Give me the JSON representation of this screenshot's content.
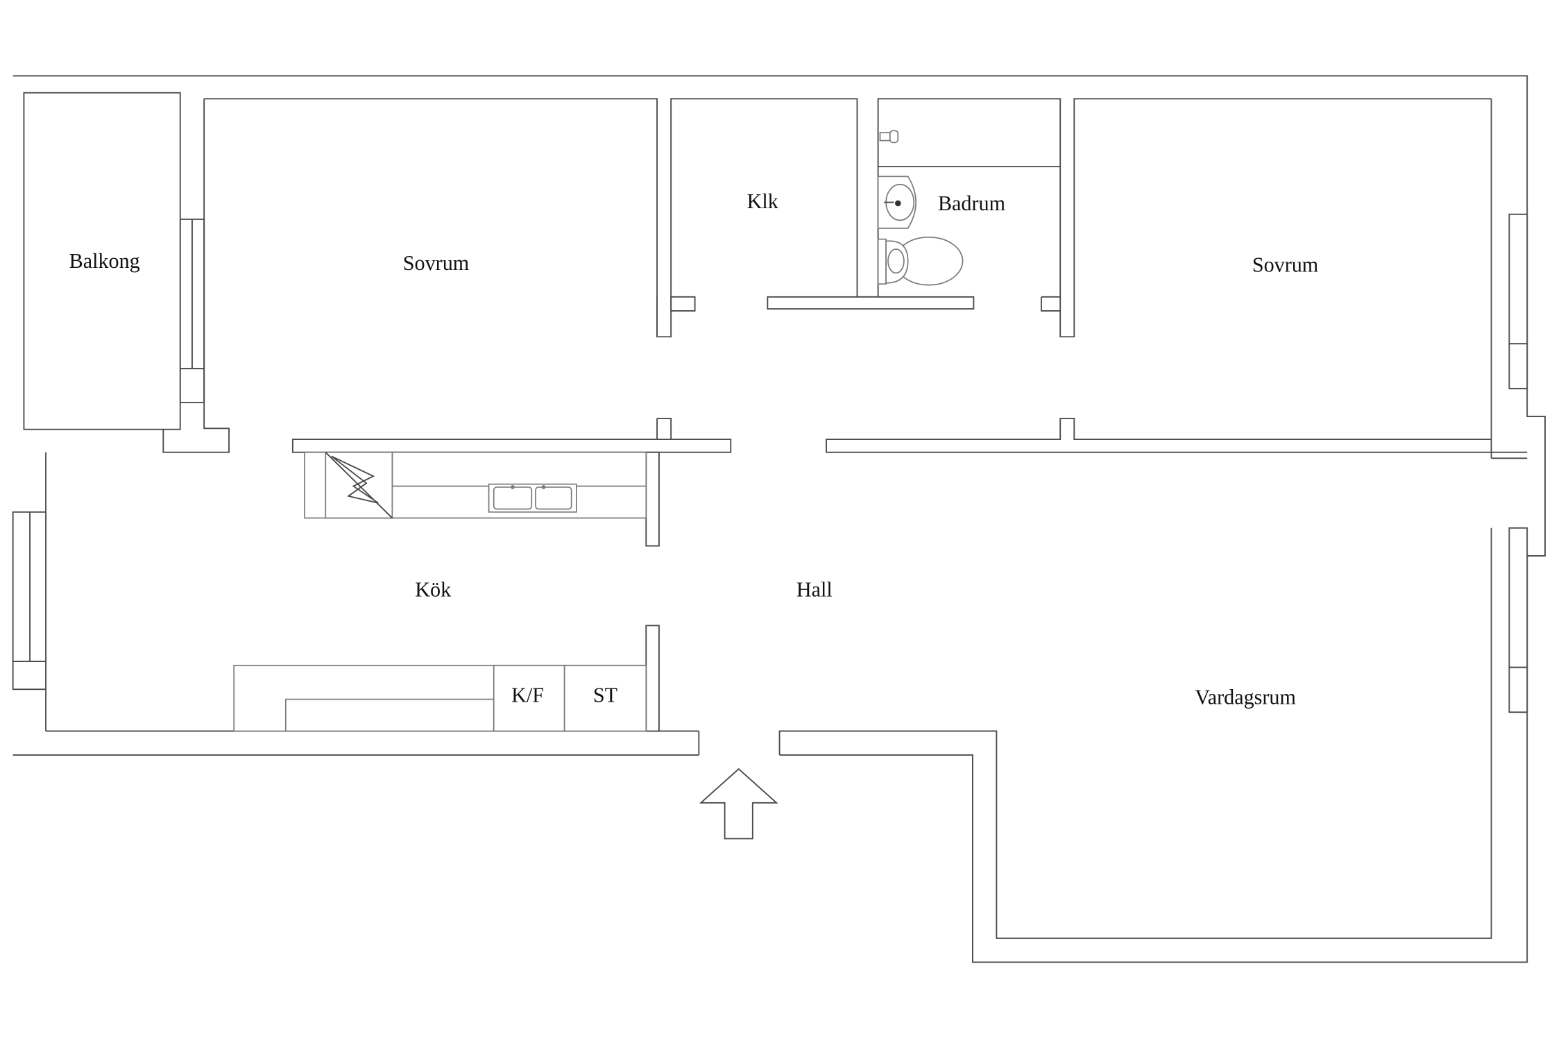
{
  "rooms": {
    "balkong": "Balkong",
    "sovrum_left": "Sovrum",
    "klk": "Klk",
    "badrum": "Badrum",
    "sovrum_right": "Sovrum",
    "kok": "Kök",
    "hall": "Hall",
    "vardagsrum": "Vardagsrum"
  },
  "fixtures": {
    "fridge_freezer": "K/F",
    "stove": "ST"
  },
  "icons": {
    "entrance": "entrance-arrow-icon",
    "sink": "washbasin-icon",
    "toilet": "toilet-icon",
    "kitchen_sink": "kitchen-sink-icon",
    "electrical": "electrical-panel-icon"
  },
  "colors": {
    "wall_line": "#4a4a4a",
    "fixture_line": "#7a7a7a",
    "text": "#111111",
    "background": "#ffffff"
  }
}
